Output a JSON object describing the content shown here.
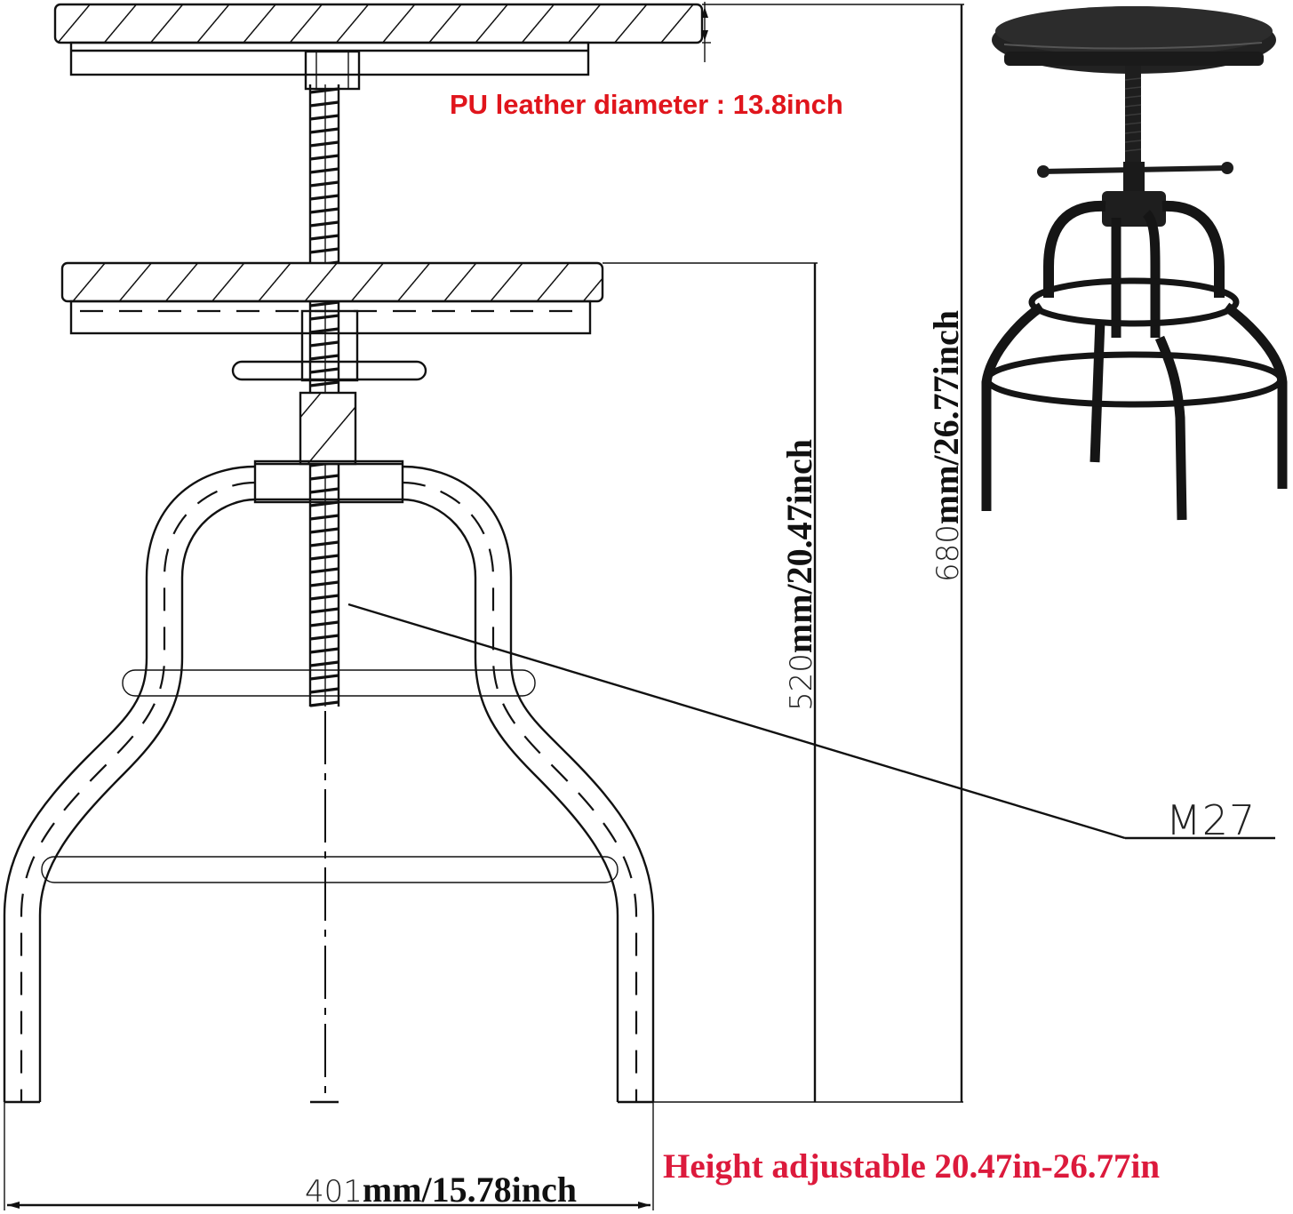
{
  "diagram": {
    "title": "Adjustable bar stool dimension drawing",
    "colors": {
      "line": "#111111",
      "red_label": "#e0151c",
      "crimson_label": "#dc1a3c",
      "background": "#ffffff",
      "photo_stool": "#1a1a1a"
    },
    "labels": {
      "seat_diameter": "PU leather diameter : 13.8inch",
      "height_range": "Height adjustable 20.47in-26.77in",
      "thread_spec": "M27"
    },
    "dimensions": {
      "min_height": {
        "mm_value": "520",
        "rest": "mm/20.47inch"
      },
      "max_height": {
        "mm_value": "680",
        "rest": "mm/26.77inch"
      },
      "base_width": {
        "mm_value": "401",
        "rest": "mm/15.78inch"
      }
    },
    "components": [
      "seat-top-raised",
      "seat-top-lowered",
      "threaded-screw",
      "t-handle",
      "hub-nut",
      "upper-foot-ring",
      "lower-foot-ring",
      "legs"
    ],
    "photo": {
      "subject": "black industrial swivel bar stool with PU leather seat"
    }
  }
}
